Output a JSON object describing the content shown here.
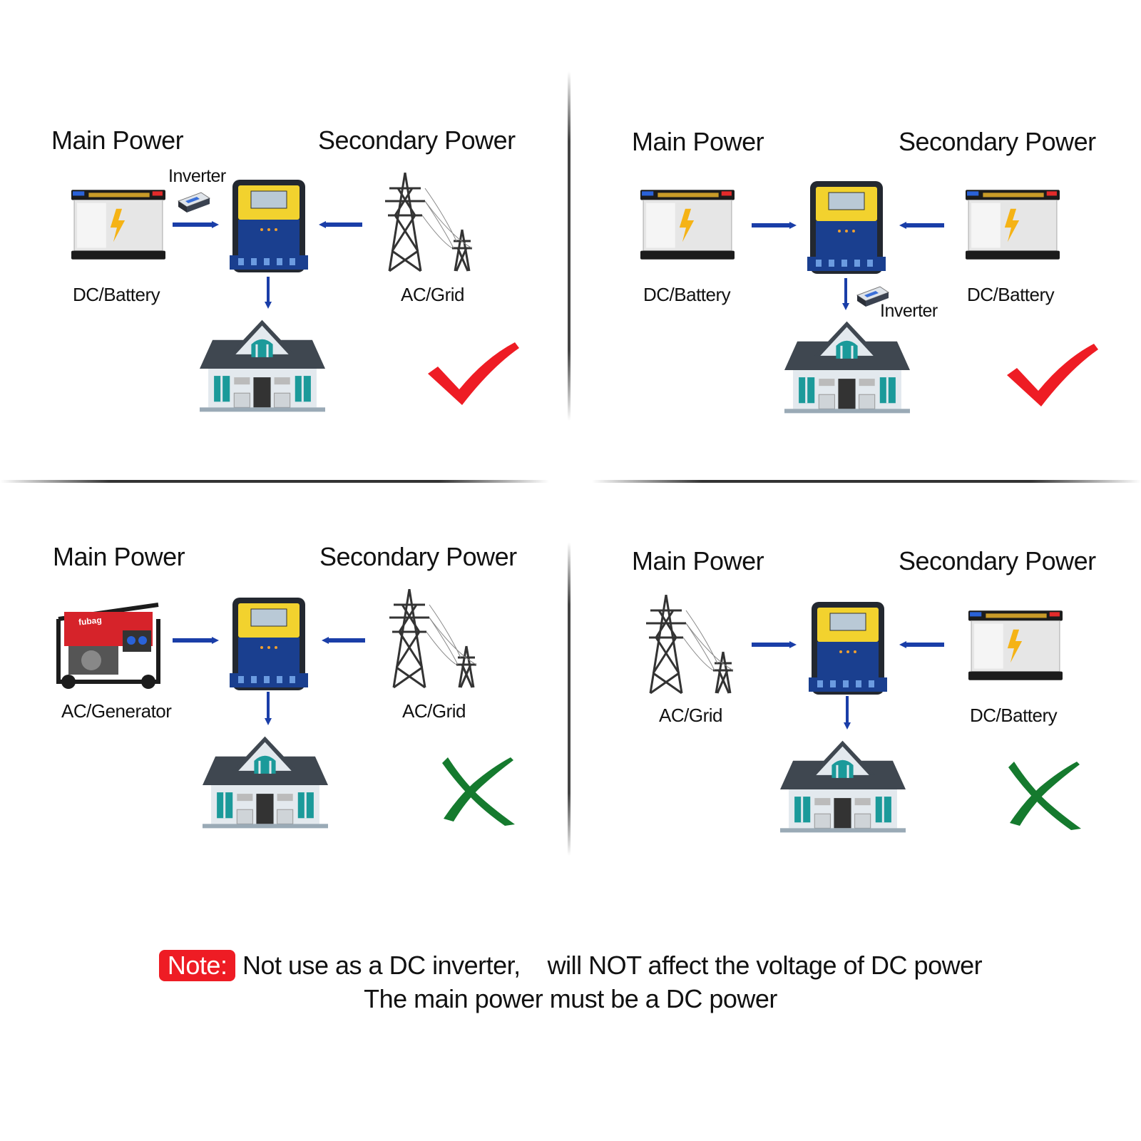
{
  "panels": [
    {
      "main_label": "Main Power",
      "secondary_label": "Secondary Power",
      "main_source": "DC/Battery",
      "secondary_source": "AC/Grid",
      "inverter_label": "Inverter",
      "result": "check"
    },
    {
      "main_label": "Main Power",
      "secondary_label": "Secondary Power",
      "main_source": "DC/Battery",
      "secondary_source": "DC/Battery",
      "inverter_label": "Inverter",
      "result": "check"
    },
    {
      "main_label": "Main Power",
      "secondary_label": "Secondary Power",
      "main_source": "AC/Generator",
      "secondary_source": "AC/Grid",
      "result": "cross"
    },
    {
      "main_label": "Main Power",
      "secondary_label": "Secondary Power",
      "main_source": "AC/Grid",
      "secondary_source": "DC/Battery",
      "result": "cross"
    }
  ],
  "note": {
    "badge": "Note:",
    "line1": "Not use as a DC inverter,    will NOT affect the voltage of DC power",
    "line2": "The main power must be a DC power"
  },
  "generator_brand": "fubag",
  "colors": {
    "arrow": "#1a3ea8",
    "check": "#ee1c24",
    "cross": "#157a2e",
    "note_badge": "#ee1c24"
  }
}
